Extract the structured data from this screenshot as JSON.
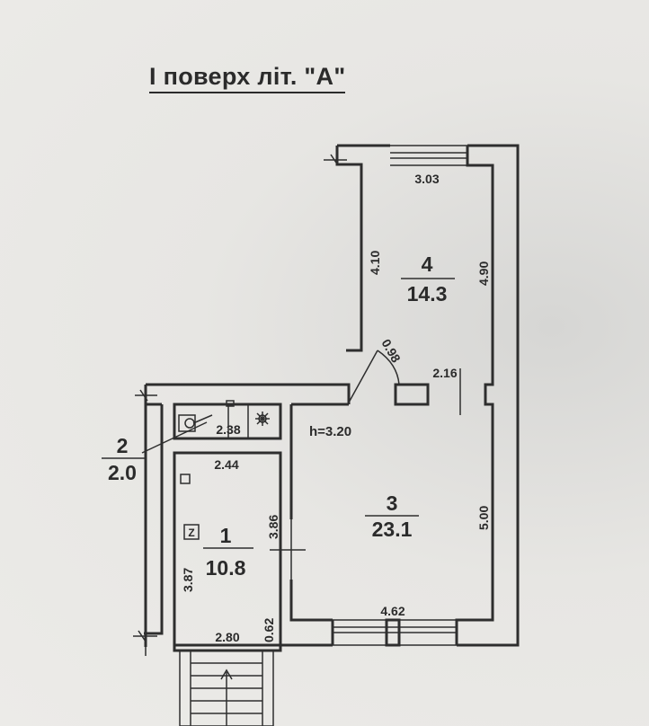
{
  "title": "I поверх літ. \"А\"",
  "height_label": "h=3.20",
  "rooms": [
    {
      "number": "1",
      "area": "10.8"
    },
    {
      "number": "2",
      "area": "2.0"
    },
    {
      "number": "3",
      "area": "23.1"
    },
    {
      "number": "4",
      "area": "14.3"
    }
  ],
  "dimensions": {
    "room4_width": "3.03",
    "room4_left": "4.10",
    "room4_right": "4.90",
    "door_diag": "0.98",
    "corridor": "2.16",
    "room2_width": "2.38",
    "room1_top": "2.44",
    "room1_right": "3.86",
    "room1_left": "3.87",
    "room1_bottom": "2.80",
    "room1_corner": "0.62",
    "room3_right": "5.00",
    "room3_bottom": "4.62"
  },
  "symbols": {
    "stove_mark": "Z"
  }
}
